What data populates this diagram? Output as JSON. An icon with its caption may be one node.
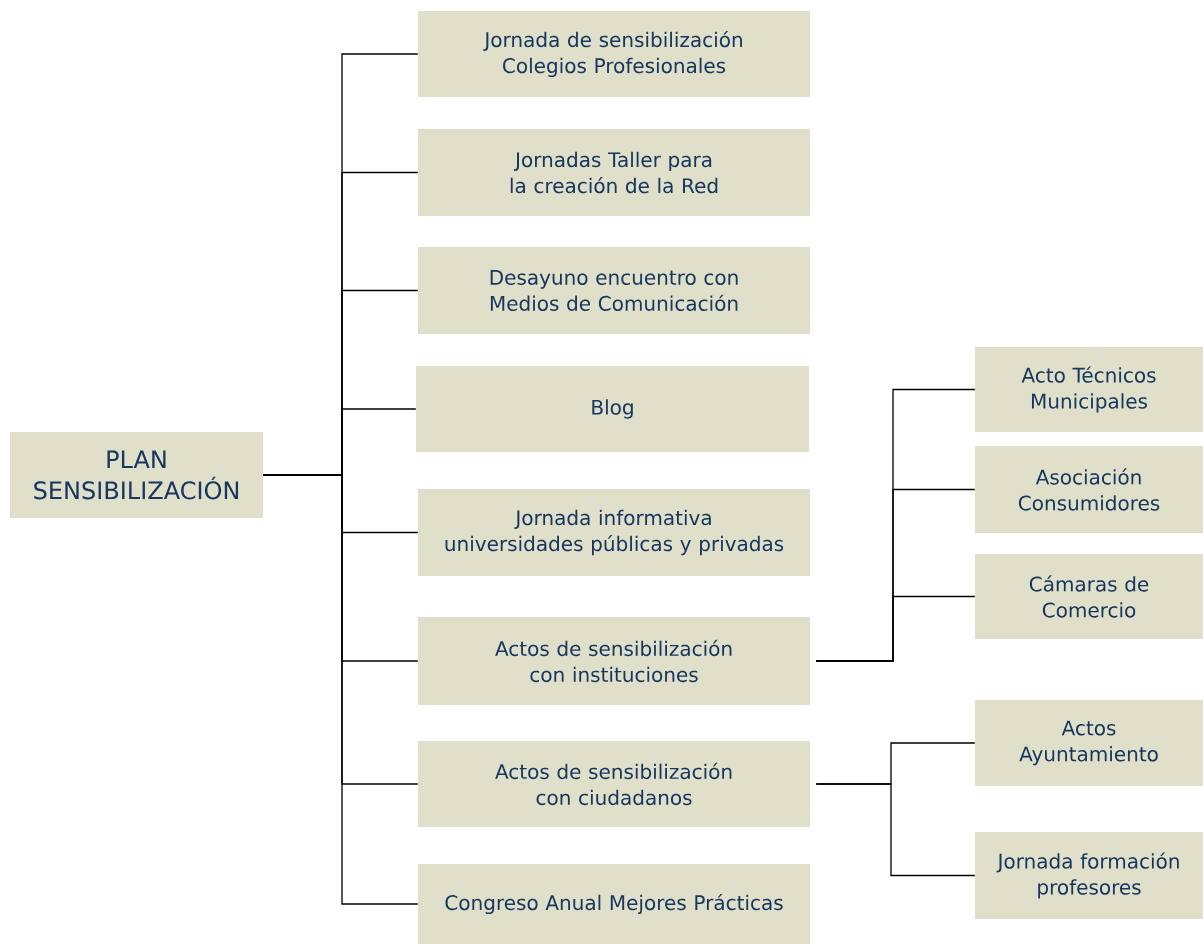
{
  "diagram": {
    "nodes": [
      {
        "text": [
          "PLAN SENSIBILIZACIÓN"
        ]
      },
      {
        "text": [
          "Jornada de sensibilización Colegios Profesionales"
        ]
      },
      {
        "text": [
          "Jornadas Taller para la creación de la Red"
        ]
      },
      {
        "text": [
          "Desayuno encuentro con Medios de Comunicación"
        ]
      },
      {
        "text": [
          "Blog"
        ]
      },
      {
        "text": [
          "Jornada informativa universidades públicas y privadas"
        ]
      },
      {
        "text": [
          "Actos de sensibilización con instituciones"
        ]
      },
      {
        "text": [
          "Actos de sensibilización con ciudadanos"
        ]
      },
      {
        "text": [
          "Congreso Anual Mejores Prácticas"
        ]
      },
      {
        "text": [
          "Acto Técnicos Municipales"
        ]
      },
      {
        "text": [
          "Asociación Consumidores"
        ]
      },
      {
        "text": [
          "Cámaras de Comercio"
        ]
      },
      {
        "text": [
          "Actos Ayuntamiento"
        ]
      },
      {
        "text": [
          "Jornada formación profesores"
        ]
      }
    ],
    "edges": [
      {
        "from": 0,
        "to": 1,
        "arrow": "none"
      },
      {
        "from": 0,
        "to": 2,
        "arrow": "none"
      },
      {
        "from": 0,
        "to": 3,
        "arrow": "none"
      },
      {
        "from": 0,
        "to": 4,
        "arrow": "none"
      },
      {
        "from": 0,
        "to": 5,
        "arrow": "none"
      },
      {
        "from": 0,
        "to": 6,
        "arrow": "none"
      },
      {
        "from": 0,
        "to": 7,
        "arrow": "none"
      },
      {
        "from": 0,
        "to": 8,
        "arrow": "none"
      },
      {
        "from": 6,
        "to": 9,
        "arrow": "none"
      },
      {
        "from": 6,
        "to": 10,
        "arrow": "none"
      },
      {
        "from": 6,
        "to": 11,
        "arrow": "none"
      },
      {
        "from": 7,
        "to": 12,
        "arrow": "none"
      },
      {
        "from": 7,
        "to": 13,
        "arrow": "none"
      }
    ]
  }
}
